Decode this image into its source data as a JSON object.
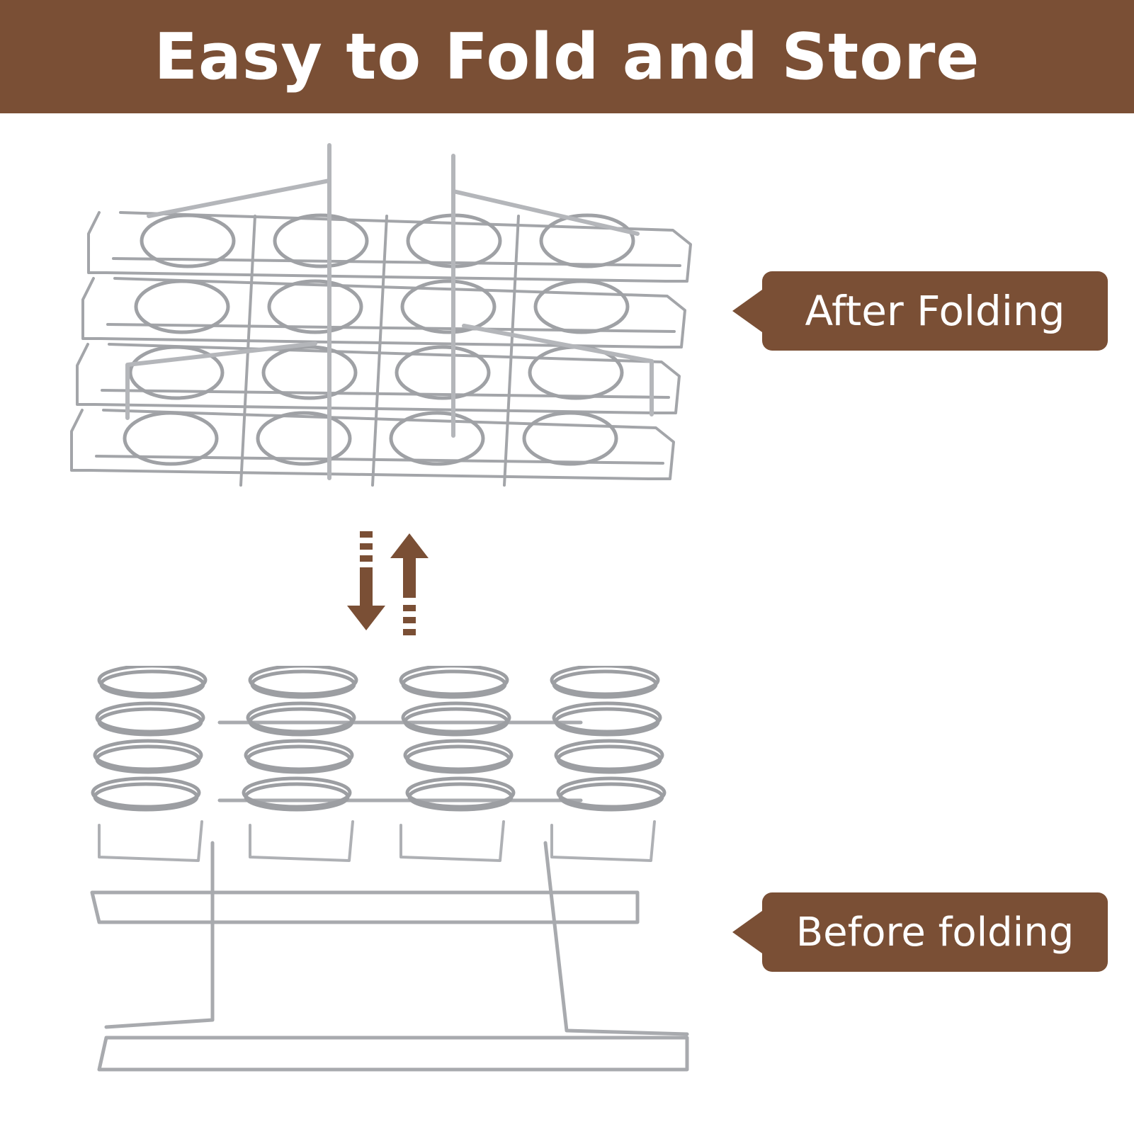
{
  "theme": {
    "brown": "#7a4f35",
    "banner_text": "#ffffff",
    "wire": "#9a9ca0"
  },
  "header": {
    "title": "Easy to Fold and Store"
  },
  "callouts": {
    "after": "After Folding",
    "before": "Before folding"
  },
  "icons": {
    "arrows": "swap-vertical-arrows-icon"
  }
}
